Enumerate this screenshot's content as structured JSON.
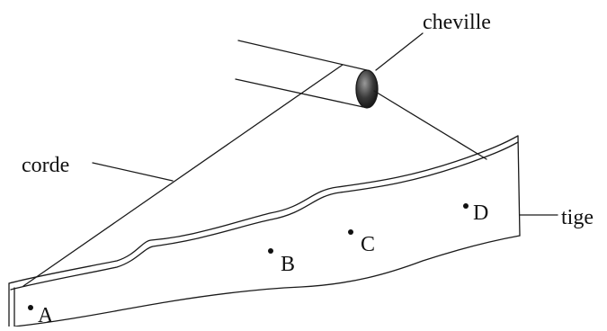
{
  "labels": {
    "peg": "cheville",
    "string": "corde",
    "rod": "tige"
  },
  "points": [
    "A",
    "B",
    "C",
    "D"
  ],
  "colors": {
    "line": "#1a1a1a",
    "text": "#111111",
    "peg_fill": "#3a3a3a",
    "background": "#ffffff"
  }
}
